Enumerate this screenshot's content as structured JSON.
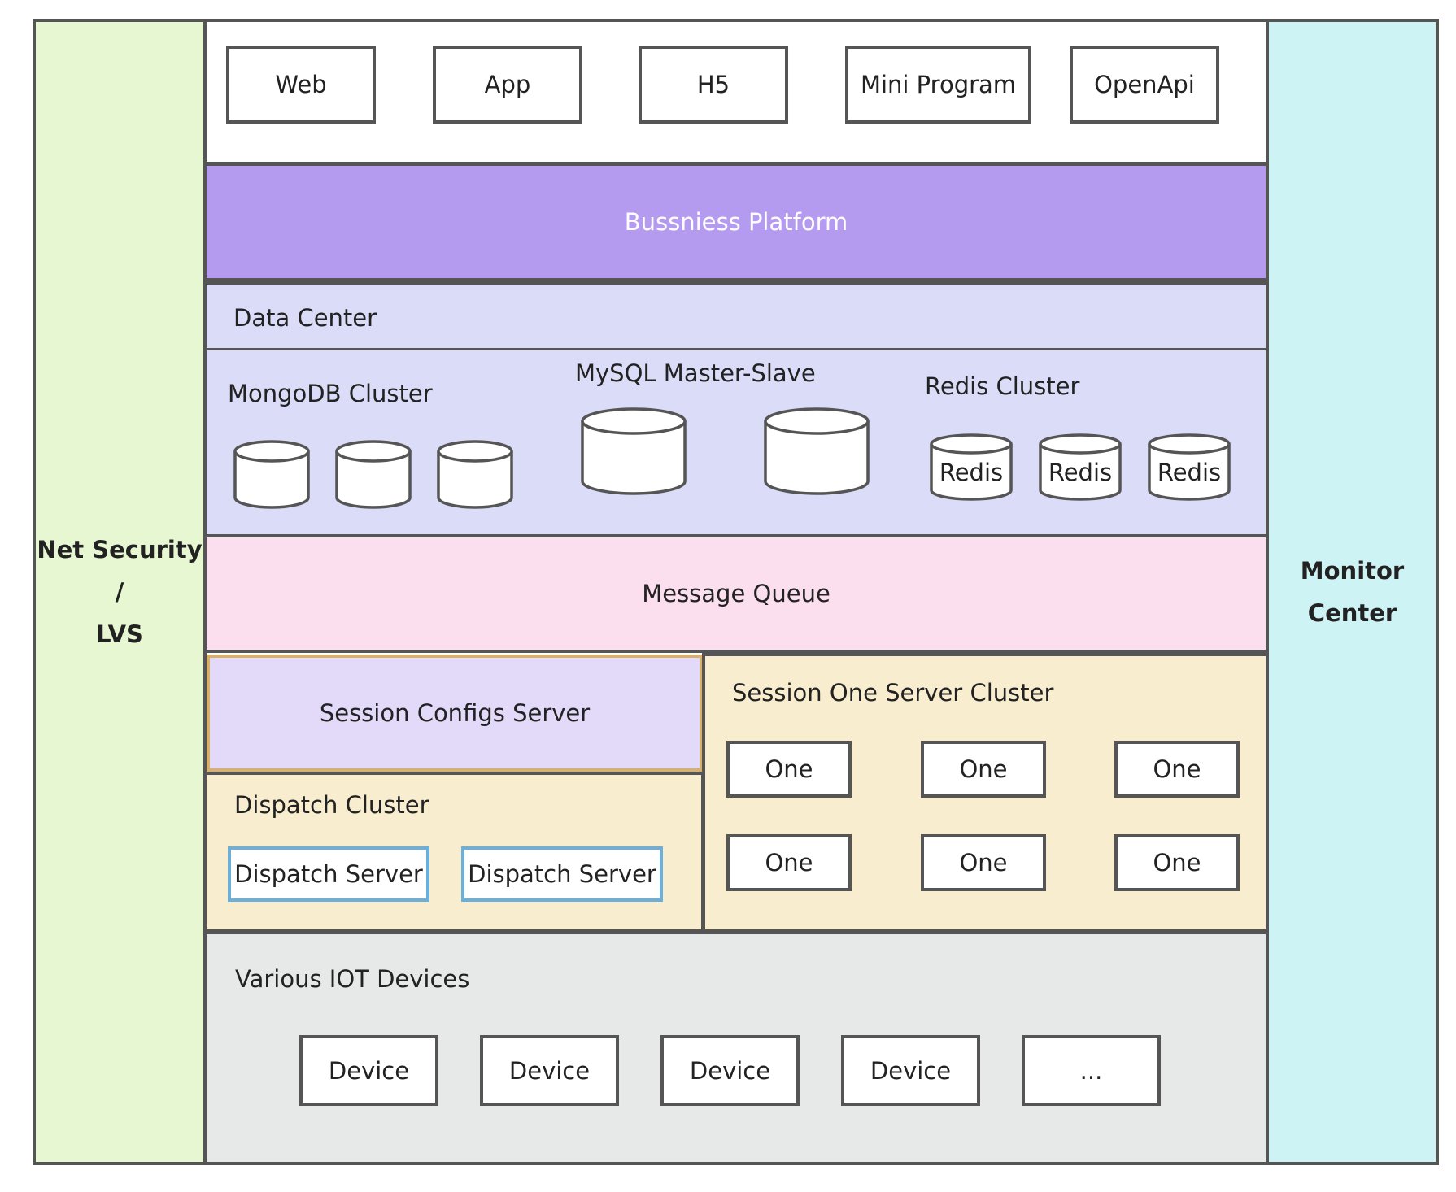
{
  "left_panel": {
    "line1": "Net Security",
    "line2": "/",
    "line3": "LVS"
  },
  "right_panel": {
    "line1": "Monitor",
    "line2": "Center"
  },
  "clients": [
    "Web",
    "App",
    "H5",
    "Mini Program",
    "OpenApi"
  ],
  "business_platform": "Bussniess Platform",
  "data_center": {
    "title": "Data Center",
    "mongodb": "MongoDB Cluster",
    "mysql": "MySQL Master-Slave",
    "redis": "Redis Cluster",
    "redis_nodes": [
      "Redis",
      "Redis",
      "Redis"
    ]
  },
  "message_queue": "Message Queue",
  "session_configs": "Session Configs Server",
  "dispatch": {
    "title": "Dispatch Cluster",
    "servers": [
      "Dispatch Server",
      "Dispatch Server"
    ]
  },
  "session_one": {
    "title": "Session One Server Cluster",
    "nodes": [
      "One",
      "One",
      "One",
      "One",
      "One",
      "One"
    ]
  },
  "iot": {
    "title": "Various IOT Devices",
    "devices": [
      "Device",
      "Device",
      "Device",
      "Device",
      "..."
    ]
  },
  "colors": {
    "net_security": "#e7f7d2",
    "monitor": "#cdf3f5",
    "business": "#b59bf0",
    "data_center": "#dadcf8",
    "message_queue": "#fcdfee",
    "session_configs": "#e3dafa",
    "cluster_bg": "#f8edcf",
    "iot_bg": "#e7e8e8",
    "border": "#555555",
    "dispatch_border": "#6bb0da",
    "session_configs_border": "#d8b06a"
  }
}
